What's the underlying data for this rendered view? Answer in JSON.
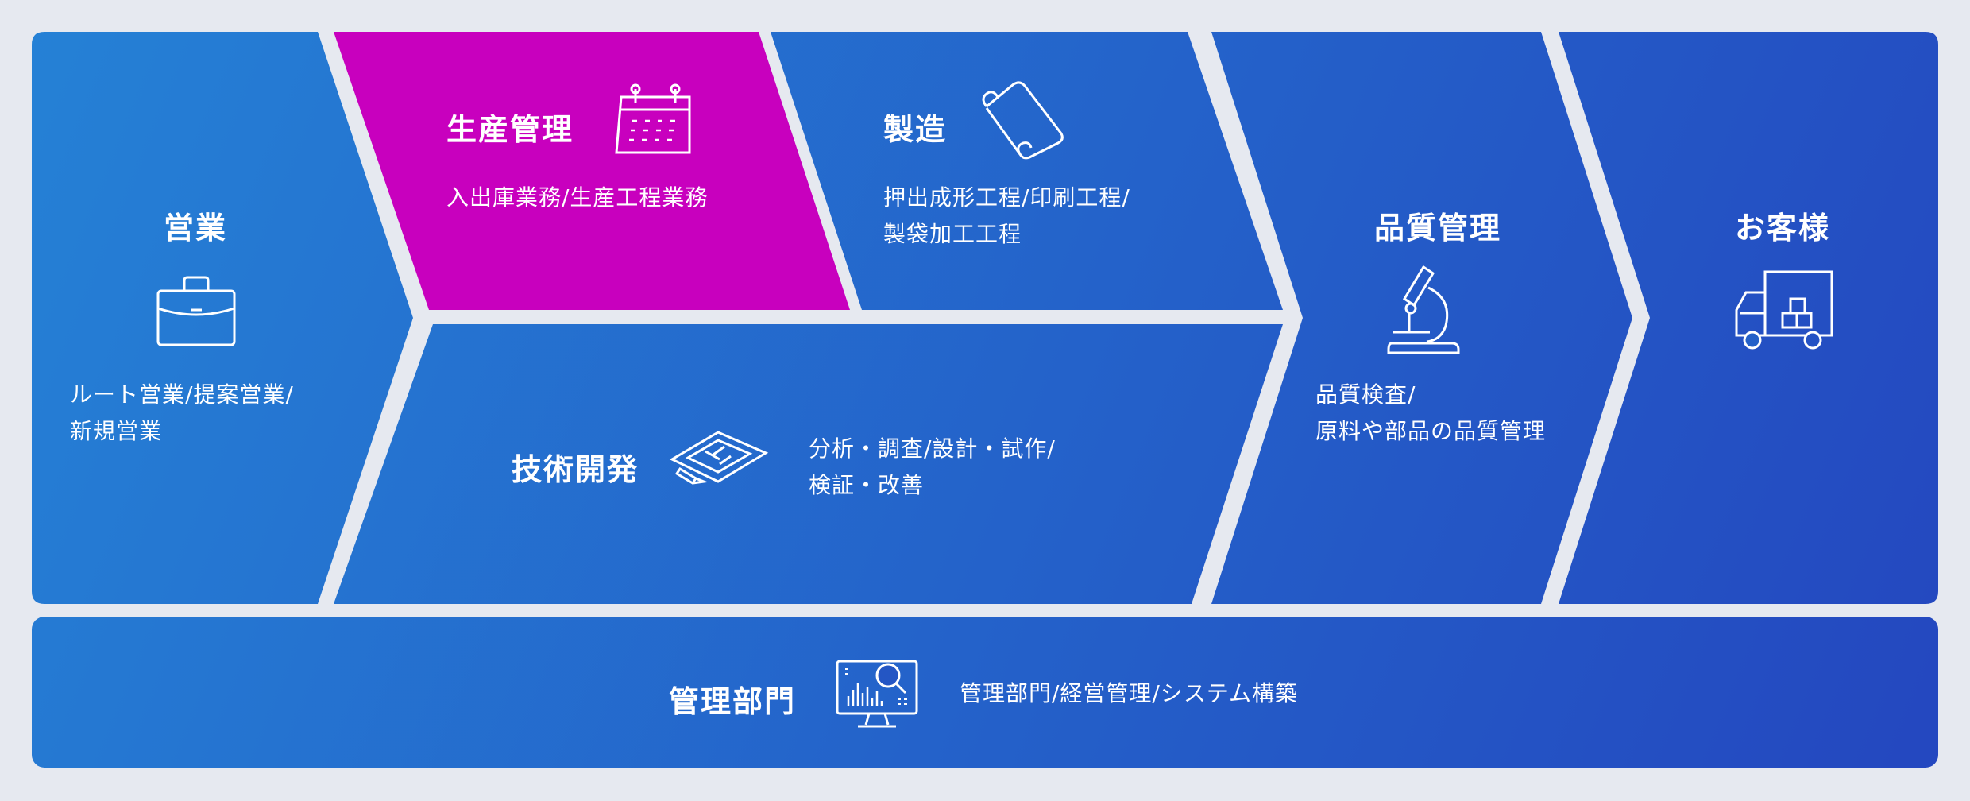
{
  "colors": {
    "background": "#e6e9f0",
    "blue_light": "#2582d6",
    "blue_dark": "#2446bf",
    "highlight": "#c800be",
    "text": "#ffffff"
  },
  "segments": {
    "sales": {
      "title": "営業",
      "icon": "briefcase-icon",
      "desc": [
        "ルート営業/提案営業/",
        "新規営業"
      ]
    },
    "production_management": {
      "title": "生産管理",
      "icon": "calendar-icon",
      "desc": [
        "入出庫業務/生産工程業務"
      ],
      "highlighted": true
    },
    "manufacturing": {
      "title": "製造",
      "icon": "scroll-icon",
      "desc": [
        "押出成形工程/印刷工程/",
        "製袋加工工程"
      ]
    },
    "rnd": {
      "title": "技術開発",
      "icon": "blueprint-icon",
      "desc": [
        "分析・調査/設計・試作/",
        "検証・改善"
      ]
    },
    "quality": {
      "title": "品質管理",
      "icon": "microscope-icon",
      "desc": [
        "品質検査/",
        "原料や部品の品質管理"
      ]
    },
    "customer": {
      "title": "お客様",
      "icon": "delivery-truck-icon"
    },
    "admin": {
      "title": "管理部門",
      "icon": "analytics-monitor-icon",
      "desc": [
        "管理部門/経営管理/システム構築"
      ]
    }
  }
}
